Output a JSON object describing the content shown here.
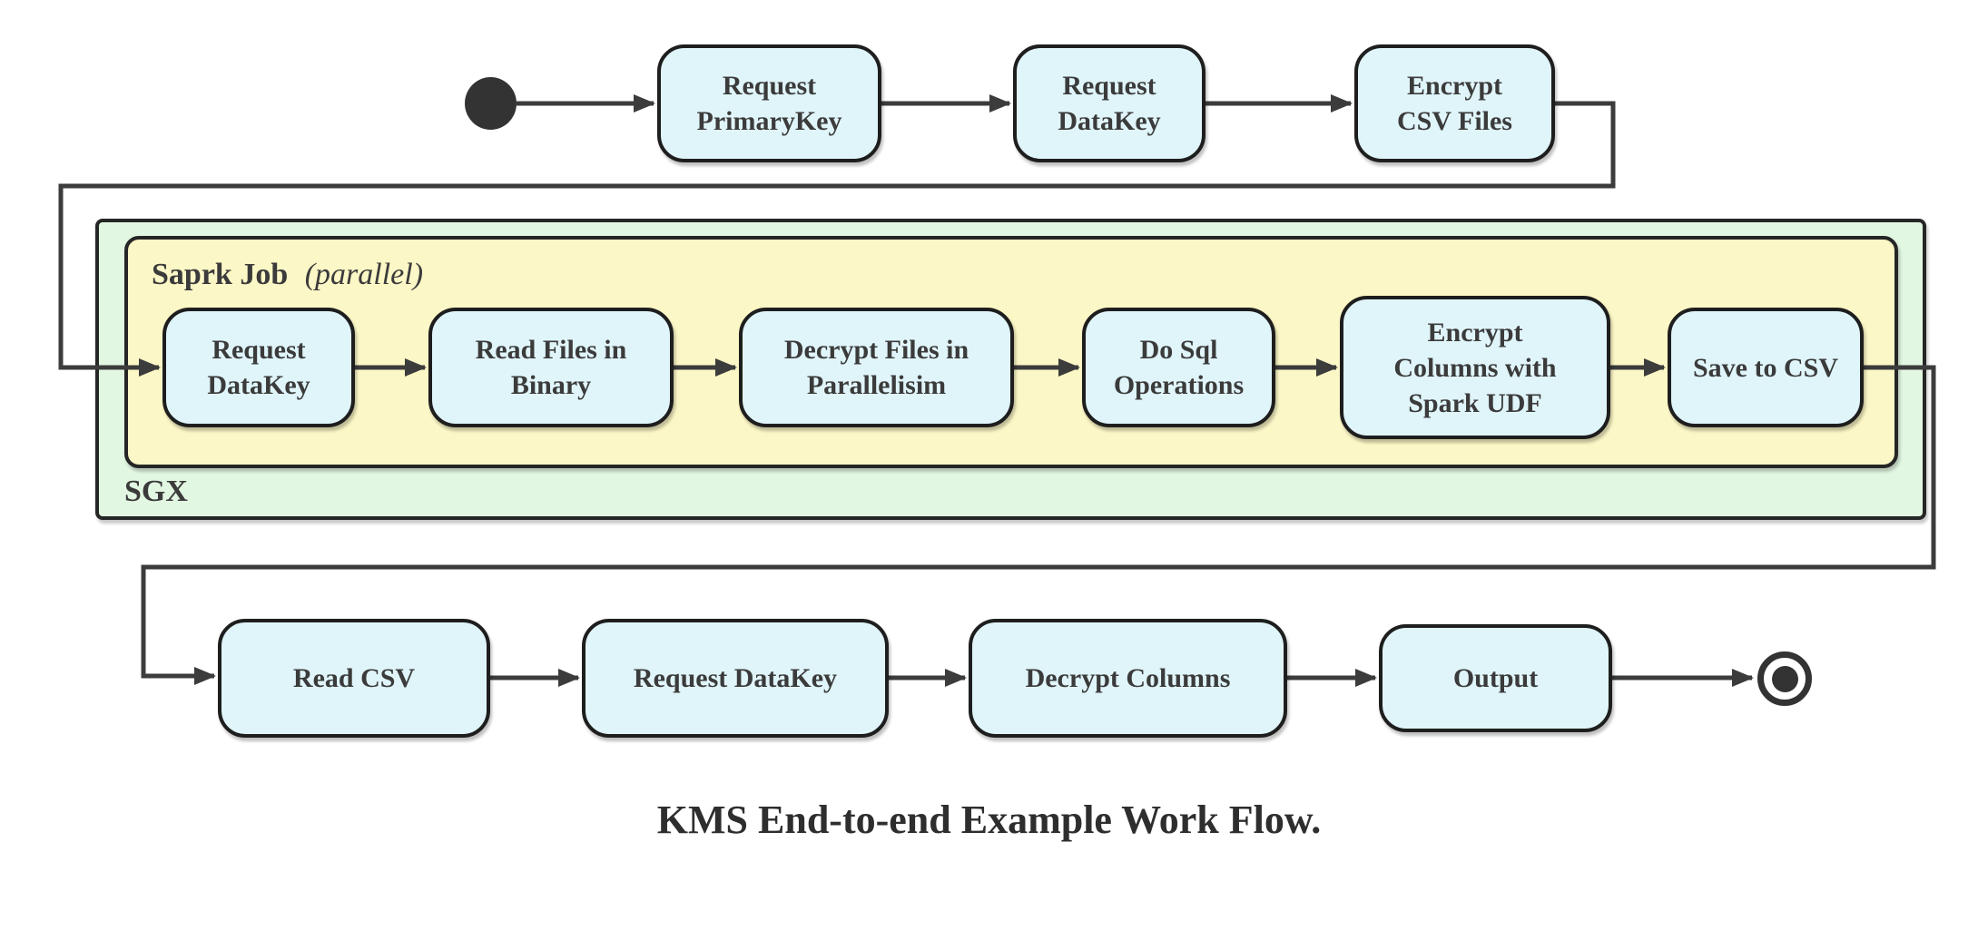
{
  "caption": "KMS End-to-end Example Work Flow.",
  "containers": {
    "sgx": {
      "label": "SGX"
    },
    "spark": {
      "label": "Saprk Job",
      "qualifier": "(parallel)"
    }
  },
  "nodes": {
    "top": [
      {
        "label": "Request\nPrimaryKey"
      },
      {
        "label": "Request\nDataKey"
      },
      {
        "label": "Encrypt\nCSV Files"
      }
    ],
    "middle": [
      {
        "label": "Request\nDataKey"
      },
      {
        "label": "Read Files in\nBinary"
      },
      {
        "label": "Decrypt Files in\nParallelisim"
      },
      {
        "label": "Do Sql\nOperations"
      },
      {
        "label": "Encrypt\nColumns with\nSpark UDF"
      },
      {
        "label": "Save to CSV"
      }
    ],
    "bottom": [
      {
        "label": "Read CSV"
      },
      {
        "label": "Request DataKey"
      },
      {
        "label": "Decrypt Columns"
      },
      {
        "label": "Output"
      }
    ]
  },
  "colors": {
    "node_fill": "#E0F5FA",
    "node_border": "#1E1E1E",
    "spark_fill": "#FCF7C6",
    "sgx_fill": "#E2F7E2",
    "container_border": "#262626",
    "line": "#3C3C3C",
    "text": "#3B3B3B",
    "start_end": "#333333"
  }
}
